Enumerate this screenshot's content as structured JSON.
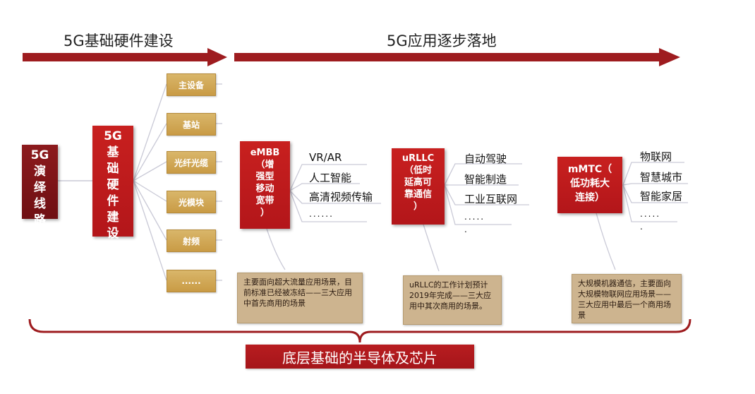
{
  "phases": {
    "hardware": "5G基础硬件建设",
    "application": "5G应用逐步落地"
  },
  "roadmap": {
    "main_box": [
      "5G",
      "演",
      "绎",
      "线",
      "路"
    ],
    "hardware_box": [
      "5G",
      "基",
      "础",
      "硬",
      "件",
      "建",
      "设"
    ]
  },
  "hardware_items": [
    "主设备",
    "基站",
    "光纤光缆",
    "光模块",
    "射频",
    "......"
  ],
  "categories": [
    {
      "title_lines": [
        "eMBB",
        "（增",
        "强型",
        "移动",
        "宽带",
        "）"
      ],
      "items": [
        "VR/AR",
        "人工智能",
        "高清视频传输",
        "......"
      ],
      "note": "主要面向超大流量应用场景，目前标准已经被冻结——三大应用中首先商用的场景"
    },
    {
      "title_lines": [
        "uRLLC",
        "（低时",
        "延高可",
        "靠通信",
        "）"
      ],
      "items": [
        "自动驾驶",
        "智能制造",
        "工业互联网",
        ".....",
        "."
      ],
      "note": "uRLLC的工作计划预计2019年完成——三大应用中其次商用的场景。"
    },
    {
      "title_lines": [
        "mMTC（",
        "低功耗大",
        "连接）"
      ],
      "items": [
        "物联网",
        "智慧城市",
        "智能家居",
        ".....",
        "."
      ],
      "note": "大规模机器通信，主要面向大规模物联网应用场景——三大应用中最后一个商用场景"
    }
  ],
  "foundation": "底层基础的半导体及芯片",
  "colors": {
    "arrow": "#9e1c1f",
    "red_box": "#c0191d",
    "dark_box": "#7d1418",
    "gold_box": "#cfa556",
    "note_box": "#cdb48f",
    "connector": "#c9c9d6"
  }
}
